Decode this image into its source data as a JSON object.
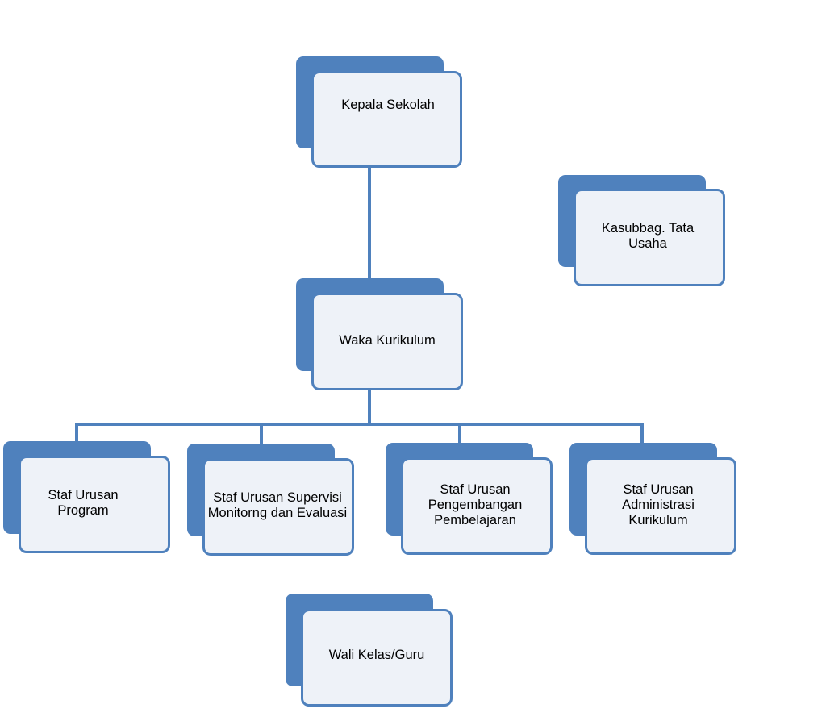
{
  "diagram": {
    "type": "organization-chart",
    "colors": {
      "accent": "#4f81bd",
      "box_fill": "#eef2f8",
      "background": "#ffffff"
    },
    "nodes": {
      "kepala_sekolah": "Kepala Sekolah",
      "kasubbag_tata_usaha": "Kasubbag. Tata Usaha",
      "waka_kurikulum": "Waka Kurikulum",
      "staf_urusan_program": "Staf Urusan Program",
      "staf_urusan_supervisi": "Staf Urusan Supervisi Monitorng dan Evaluasi",
      "staf_urusan_pengembangan": "Staf Urusan Pengembangan Pembelajaran",
      "staf_urusan_administrasi": "Staf Urusan Administrasi Kurikulum",
      "wali_kelas_guru": "Wali Kelas/Guru"
    },
    "edges": [
      {
        "from": "kepala_sekolah",
        "to": "waka_kurikulum"
      },
      {
        "from": "waka_kurikulum",
        "to": "staf_urusan_program"
      },
      {
        "from": "waka_kurikulum",
        "to": "staf_urusan_supervisi"
      },
      {
        "from": "waka_kurikulum",
        "to": "staf_urusan_pengembangan"
      },
      {
        "from": "waka_kurikulum",
        "to": "staf_urusan_administrasi"
      }
    ]
  }
}
